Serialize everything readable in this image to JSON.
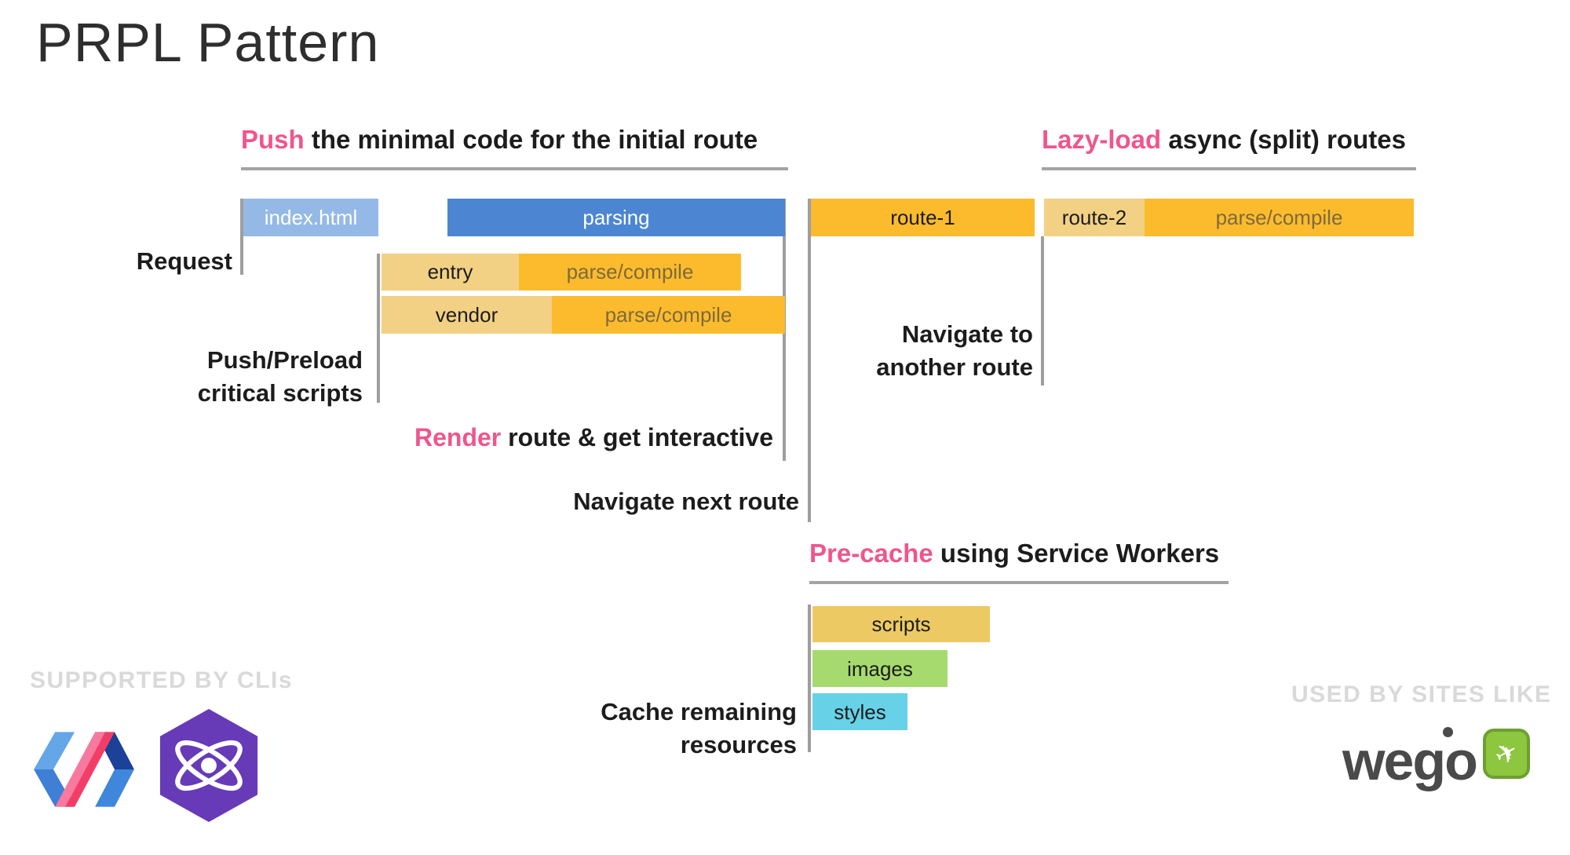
{
  "title": "PRPL Pattern",
  "colors": {
    "accent-pink": "#f0558c",
    "bar-blue-light": "#94b9e6",
    "bar-blue": "#4c86d3",
    "bar-yellow-light": "#f2d184",
    "bar-orange": "#fcbb2d",
    "bar-scripts": "#edc964",
    "bar-images": "#a6da6e",
    "bar-styles": "#66d1e7",
    "line-grey": "#9e9e9e",
    "caption-grey": "#d9d9d9",
    "text-dark": "#1c1c1c",
    "parse-text": "#7d6a3c",
    "preact-purple": "#673ab8",
    "wego-green": "#8dc63f",
    "wego-grey": "#4a4a4a"
  },
  "headings": {
    "push": {
      "highlight": "Push",
      "rest": " the minimal code for the initial route"
    },
    "lazy_load": {
      "highlight": "Lazy-load",
      "rest": " async (split) routes"
    },
    "render": {
      "highlight": "Render",
      "rest": " route & get interactive"
    },
    "pre_cache": {
      "highlight": "Pre-cache",
      "rest": " using Service Workers"
    }
  },
  "labels": {
    "request": "Request",
    "push_preload": [
      "Push/Preload",
      "critical scripts"
    ],
    "navigate_next": "Navigate next route",
    "navigate_another": [
      "Navigate to",
      "another route"
    ],
    "cache_remaining": [
      "Cache remaining",
      "resources"
    ]
  },
  "bars": {
    "index_html": "index.html",
    "parsing": "parsing",
    "entry": "entry",
    "vendor": "vendor",
    "parse_compile": "parse/compile",
    "route_1": "route-1",
    "route_2": "route-2",
    "scripts": "scripts",
    "images": "images",
    "styles": "styles"
  },
  "footer": {
    "supported_caption": "SUPPORTED BY CLIs",
    "used_caption": "USED BY SITES LIKE",
    "wego_wordmark": "wego"
  }
}
